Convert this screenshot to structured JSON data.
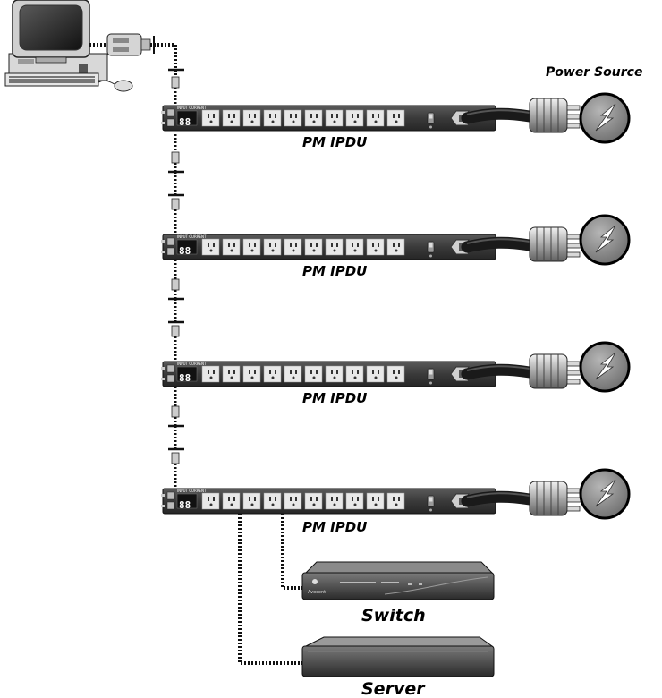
{
  "labels": {
    "power_source": "Power Source",
    "pdu": "PM IPDU",
    "switch": "Switch",
    "server": "Server"
  },
  "pdu_display": "88",
  "pdu_header": "INPUT CURRENT",
  "switch_brand": "Avocent",
  "pdus": [
    {
      "name": "PM IPDU",
      "display": "88"
    },
    {
      "name": "PM IPDU",
      "display": "88"
    },
    {
      "name": "PM IPDU",
      "display": "88"
    },
    {
      "name": "PM IPDU",
      "display": "88"
    }
  ],
  "icons": {
    "computer": "workstation-icon",
    "power": "lightning-bolt-icon",
    "plug": "power-plug-icon"
  },
  "colors": {
    "pdu_body": "#3a3a3a",
    "outlet": "#e8e8e8",
    "cable": "#111111",
    "power_circle": "#8a8a8a"
  }
}
